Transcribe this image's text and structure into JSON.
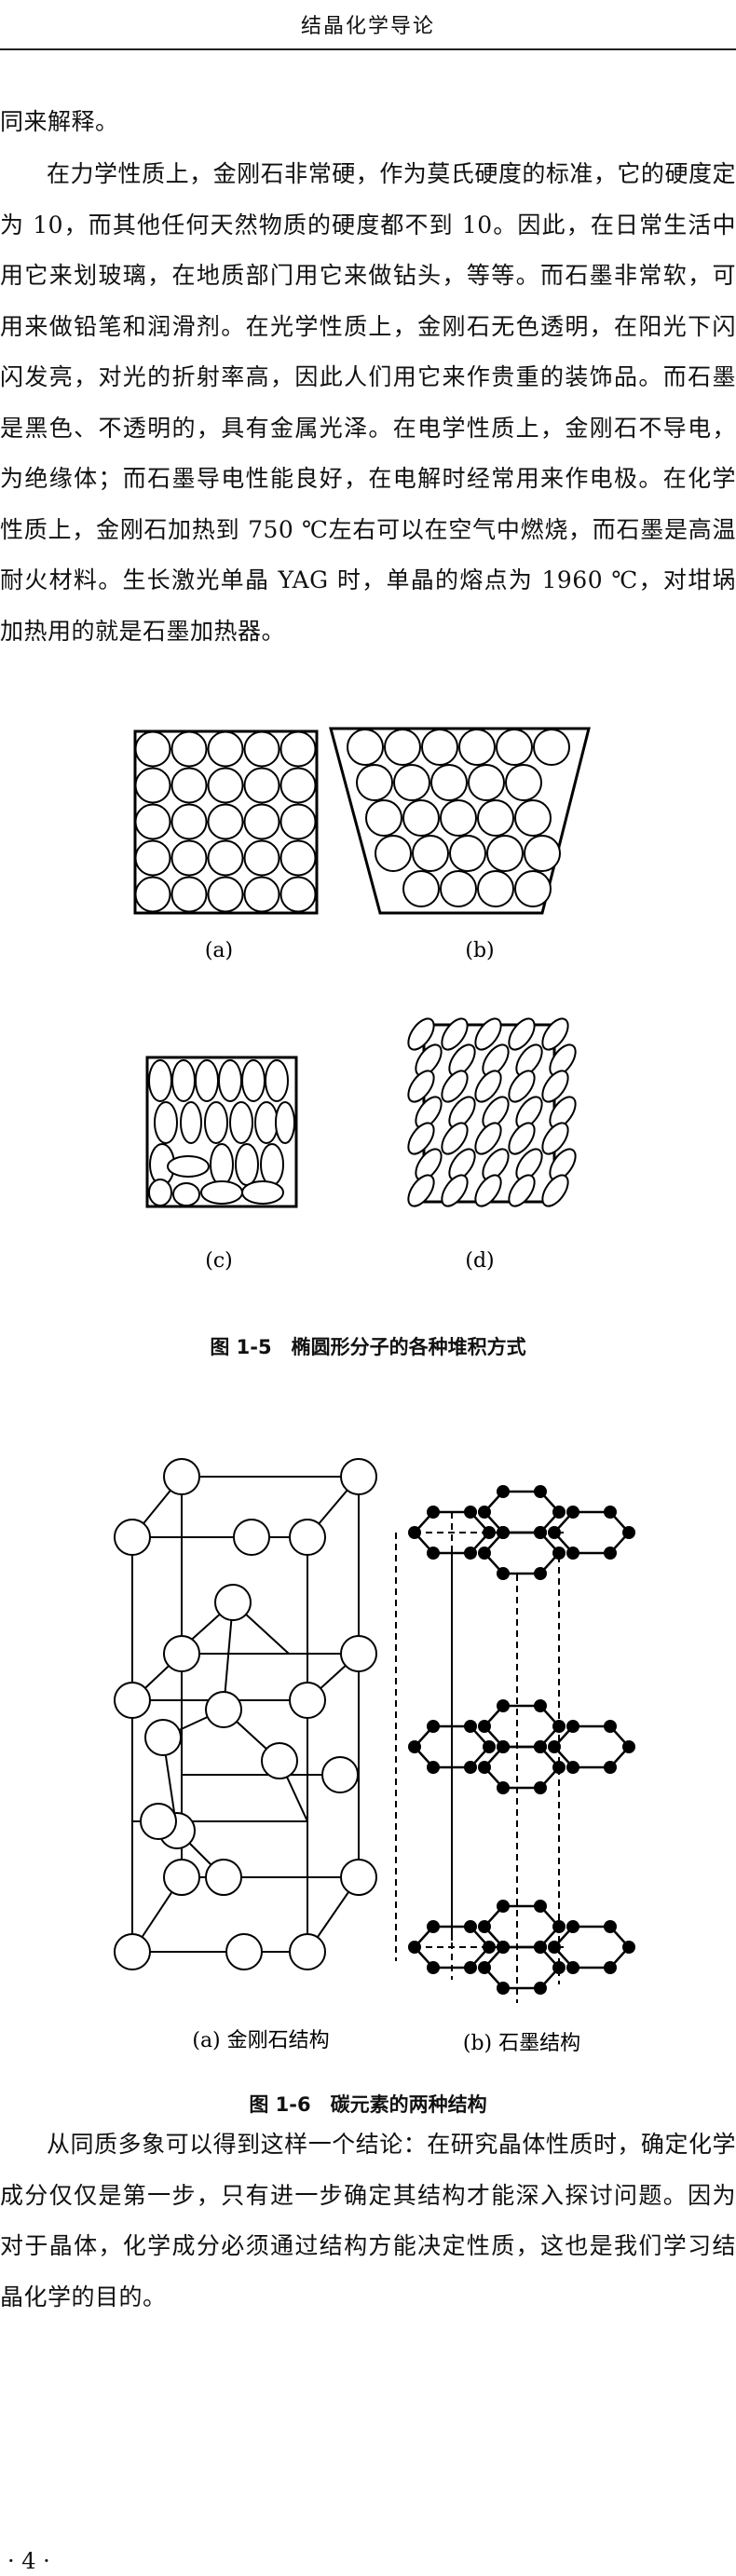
{
  "header": {
    "title": "结晶化学导论"
  },
  "paragraphs": {
    "p1": "同来解释。",
    "p2": "在力学性质上，金刚石非常硬，作为莫氏硬度的标准，它的硬度定为 10，而其他任何天然物质的硬度都不到 10。因此，在日常生活中用它来划玻璃，在地质部门用它来做钻头，等等。而石墨非常软，可用来做铅笔和润滑剂。在光学性质上，金刚石无色透明，在阳光下闪闪发亮，对光的折射率高，因此人们用它来作贵重的装饰品。而石墨是黑色、不透明的，具有金属光泽。在电学性质上，金刚石不导电，为绝缘体；而石墨导电性能良好，在电解时经常用来作电极。在化学性质上，金刚石加热到 750 ℃左右可以在空气中燃烧，而石墨是高温耐火材料。生长激光单晶 YAG 时，单晶的熔点为 1960 ℃，对坩埚加热用的就是石墨加热器。",
    "p3": "从同质多象可以得到这样一个结论：在研究晶体性质时，确定化学成分仅仅是第一步，只有进一步确定其结构才能深入探讨问题。因为对于晶体，化学成分必须通过结构方能决定性质，这也是我们学习结晶化学的目的。"
  },
  "figure_1_5": {
    "labels": {
      "a": "(a)",
      "b": "(b)",
      "c": "(c)",
      "d": "(d)"
    },
    "caption": "图 1-5　椭圆形分子的各种堆积方式"
  },
  "figure_1_6": {
    "labels": {
      "a": "(a) 金刚石结构",
      "b": "(b) 石墨结构"
    },
    "caption": "图 1-6　碳元素的两种结构"
  },
  "footer": {
    "page_number": "· 4 ·"
  }
}
